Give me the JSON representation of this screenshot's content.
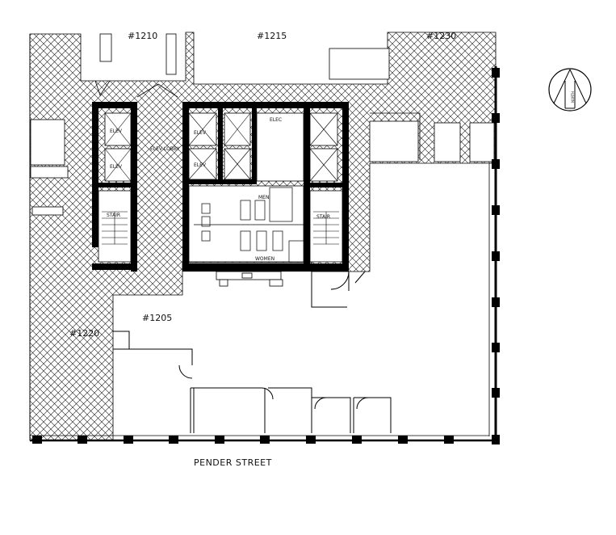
{
  "plan": {
    "street_label": "PENDER STREET",
    "units": {
      "u1205": "#1205",
      "u1220": "#1220",
      "top_left": "#1210",
      "top_mid": "#1215",
      "top_right": "#1230"
    },
    "rooms": {
      "elev_1": "ELEV",
      "elev_2": "ELEV",
      "elev_3": "ELEV",
      "elev_4": "ELEV",
      "lobby": "ELEV LOBBY",
      "elec": "ELEC",
      "stair_1": "STAIR",
      "stair_2": "STAIR",
      "mens": "MEN",
      "womens": "WOMEN"
    },
    "north_arrow_label": "NORTH"
  },
  "colors": {
    "line": "#000000",
    "hatch": "#1a1a1a",
    "background": "#ffffff"
  }
}
